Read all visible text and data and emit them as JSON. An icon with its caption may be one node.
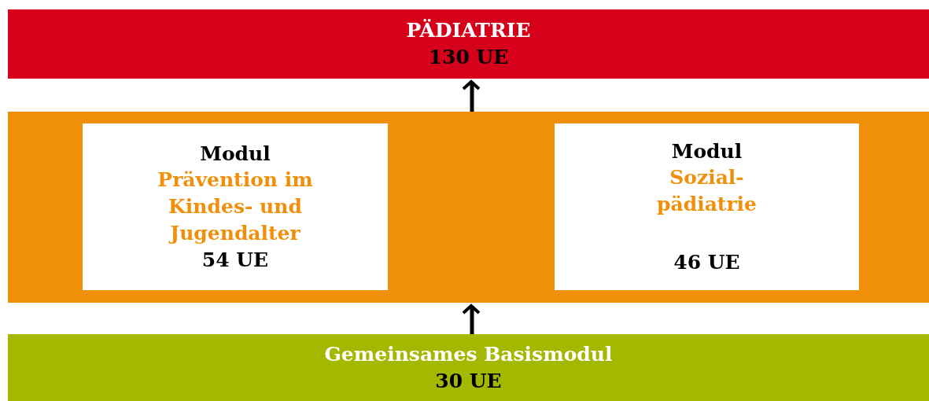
{
  "diagram": {
    "nodes": [
      {
        "text": [
          "PÄDIATRIE",
          "130 UE"
        ]
      },
      {
        "text": [],
        "shape": "box"
      },
      {
        "text": [
          "Modul",
          "Prävention im Kindes- und Jugendalter",
          "54 UE"
        ],
        "in": 1
      },
      {
        "text": [
          "Modul",
          "Sozial- pädiatrie",
          "46 UE"
        ],
        "in": 1
      },
      {
        "text": [
          "Gemeinsames Basismodul",
          "30 UE"
        ]
      }
    ],
    "edges": [
      {
        "from": 4,
        "to": 1,
        "arrow": "to"
      },
      {
        "from": 1,
        "to": 0,
        "arrow": "to"
      }
    ]
  }
}
